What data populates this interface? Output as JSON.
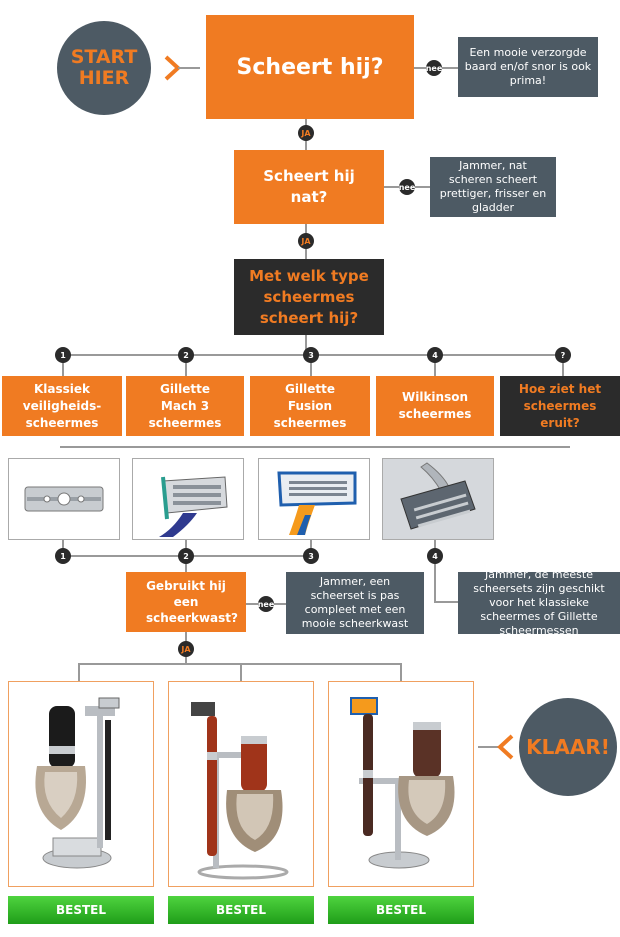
{
  "start": "START HIER",
  "klaar": "KLAAR!",
  "q1": {
    "title": "Scheert hij?",
    "no_label": "nee",
    "no_note": "Een mooie verzorgde baard en/of snor is ook prima!",
    "yes_label": "JA"
  },
  "q2": {
    "title": "Scheert hij nat?",
    "no_label": "nee",
    "no_note": "Jammer, nat scheren scheert prettiger, frisser en gladder",
    "yes_label": "JA"
  },
  "q3": {
    "title": "Met welk type scheermes scheert hij?"
  },
  "types": [
    {
      "num": "1",
      "label": "Klassiek veiligheids-scheermes"
    },
    {
      "num": "2",
      "label": "Gillette Mach 3 scheermes"
    },
    {
      "num": "3",
      "label": "Gillette Fusion scheermes"
    },
    {
      "num": "4",
      "label": "Wilkinson scheermes"
    },
    {
      "num": "?",
      "label": "Hoe ziet het scheermes eruit?"
    }
  ],
  "lower_nums": [
    "1",
    "2",
    "3",
    "4"
  ],
  "q4": {
    "title": "Gebruikt hij een scheerkwast?",
    "no_label": "nee",
    "no_note": "Jammer, een scheerset is pas compleet met een mooie scheerkwast",
    "yes_label": "JA"
  },
  "wilkinson_note": "Jammer, de meeste scheersets zijn geschikt voor het klassieke scheermes of Gillette scheermessen",
  "products": [
    {
      "button": "BESTEL"
    },
    {
      "button": "BESTEL"
    },
    {
      "button": "BESTEL"
    }
  ],
  "colors": {
    "orange": "#f07b22",
    "dark": "#2b2b2b",
    "slate": "#4d5a64",
    "green": "#2eb82a"
  }
}
